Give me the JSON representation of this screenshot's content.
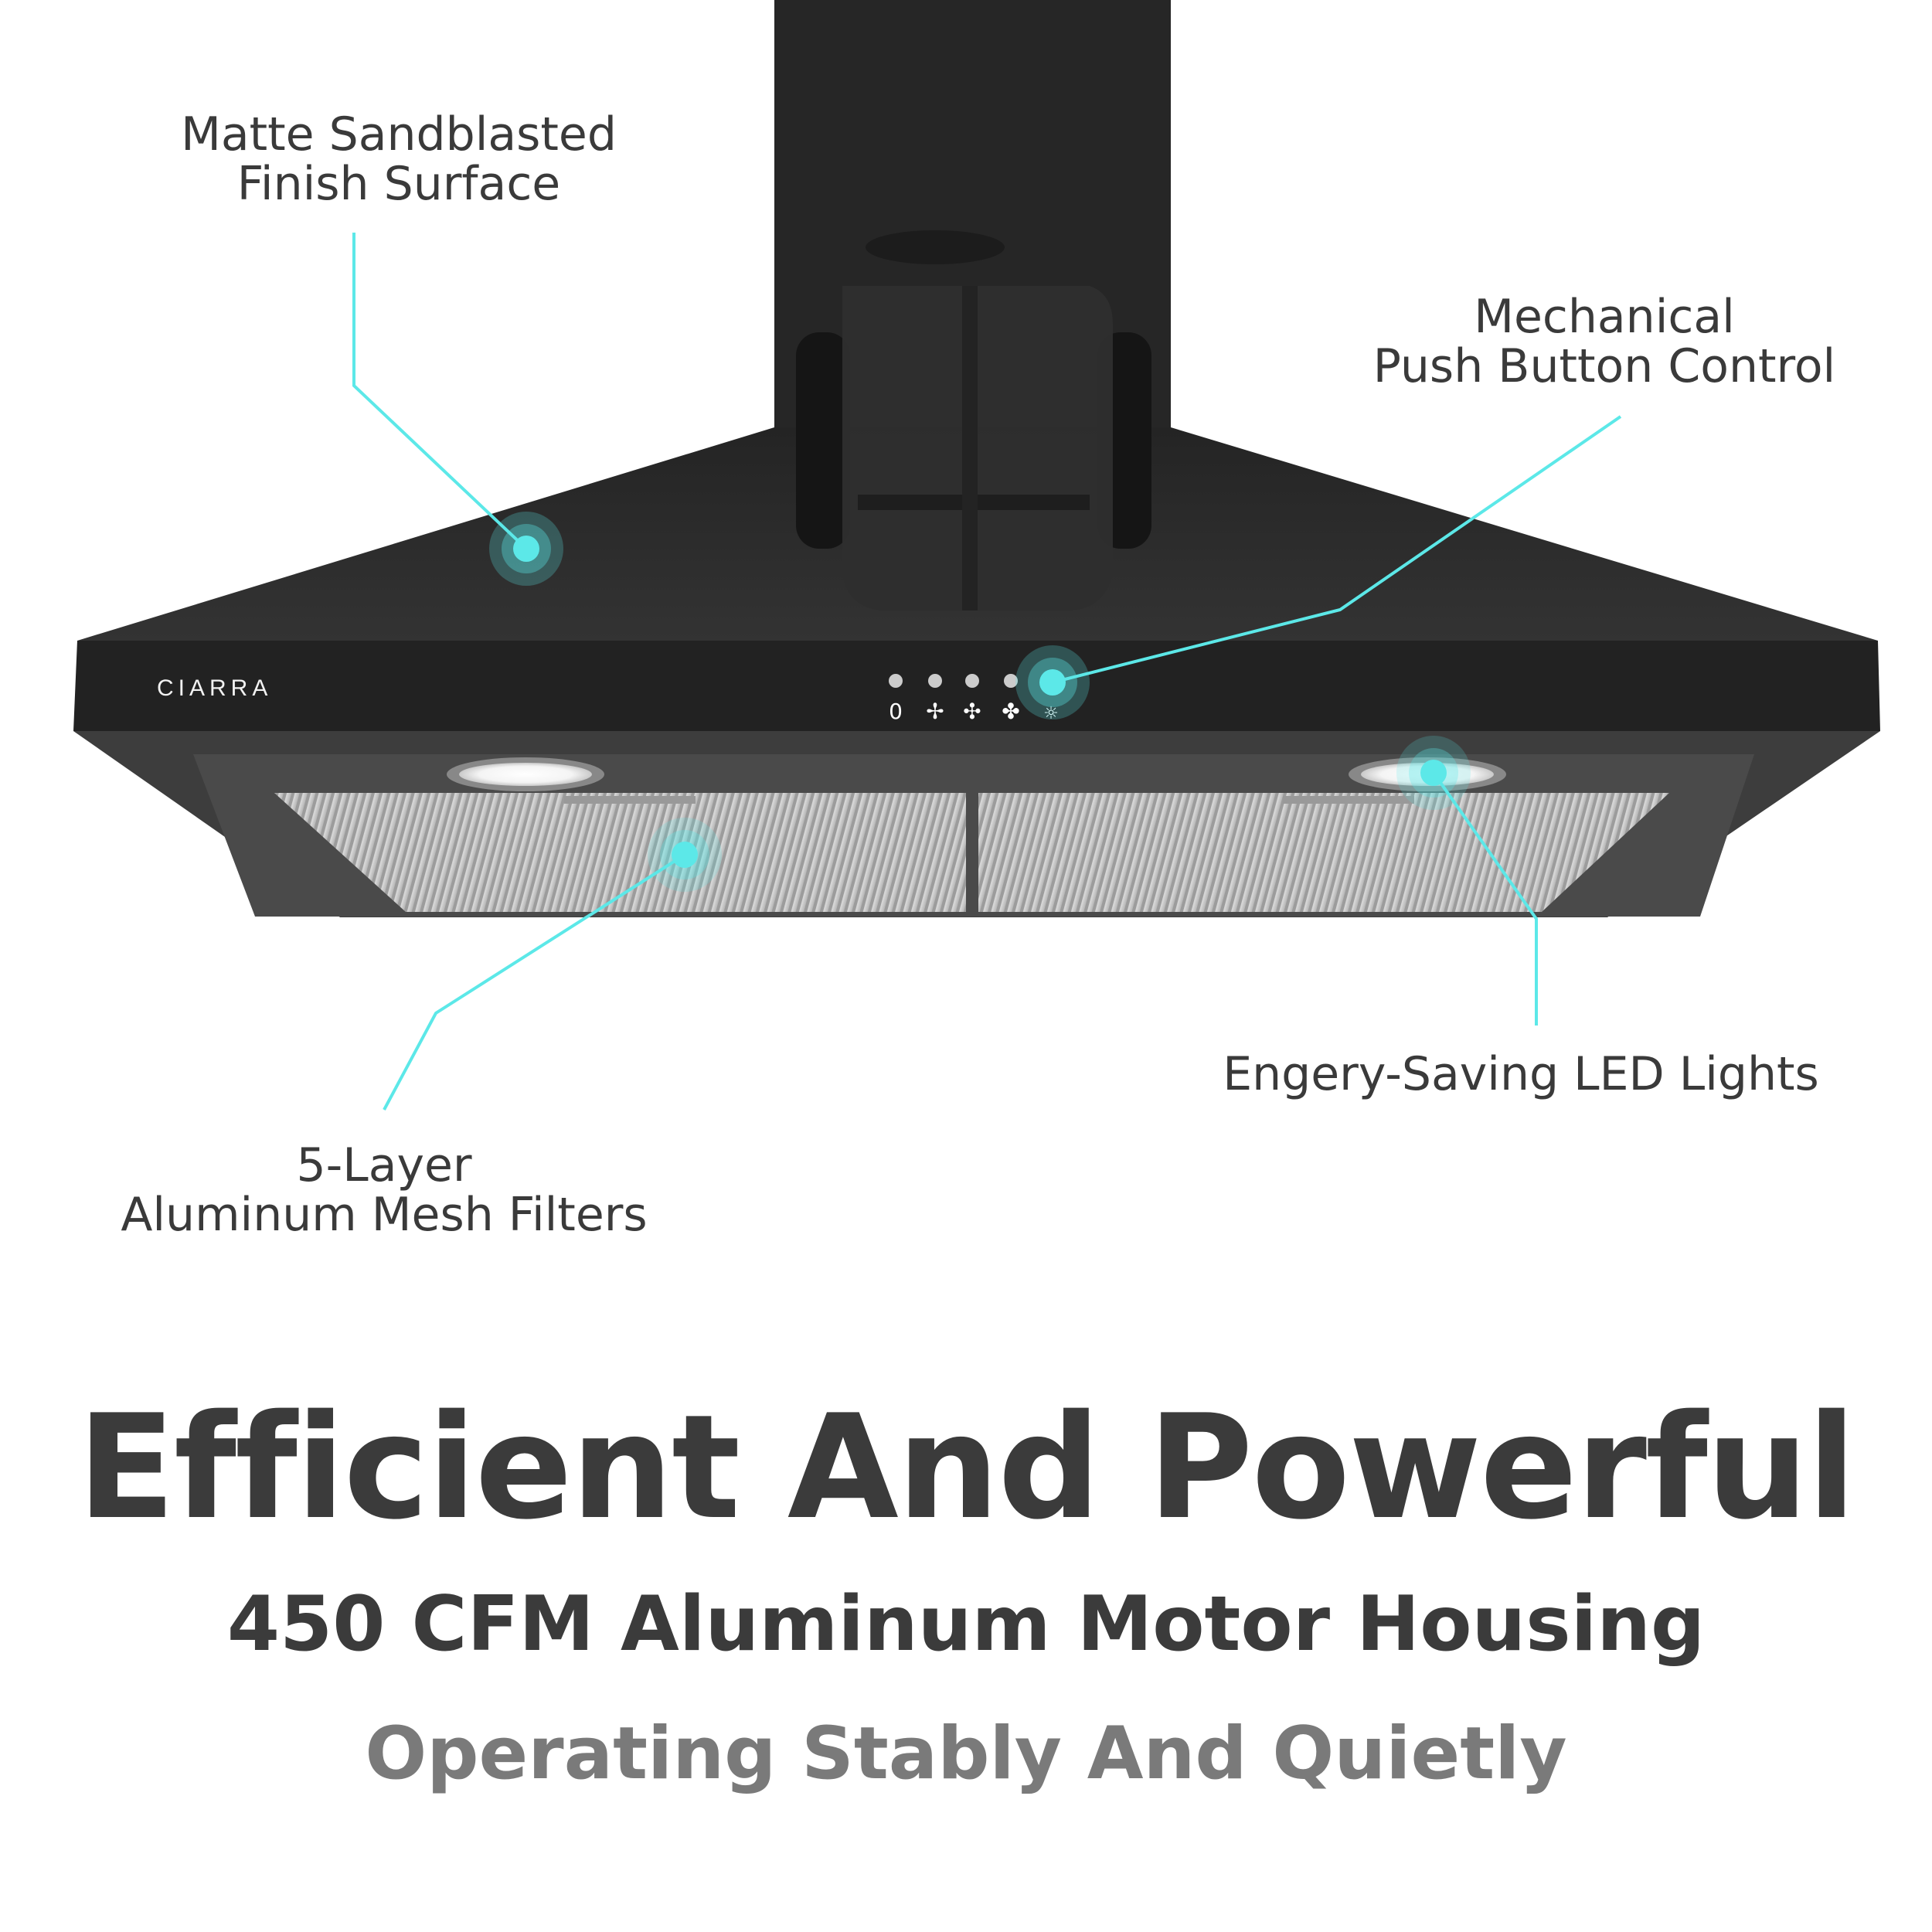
{
  "callouts": {
    "finish": {
      "line1": "Matte Sandblasted",
      "line2": "Finish Surface"
    },
    "control": {
      "line1": "Mechanical",
      "line2": "Push Button Control"
    },
    "led": {
      "line1": "Engery-Saving LED Lights"
    },
    "filters": {
      "line1": "5-Layer",
      "line2": "Aluminum Mesh Filters"
    }
  },
  "product": {
    "brand": "CIARRA",
    "buttons": [
      {
        "label": "0",
        "icon": "power-off-icon"
      },
      {
        "label": "",
        "icon": "fan-low-icon"
      },
      {
        "label": "",
        "icon": "fan-medium-icon"
      },
      {
        "label": "",
        "icon": "fan-high-icon"
      },
      {
        "label": "",
        "icon": "light-bulb-icon"
      }
    ]
  },
  "headline": {
    "title": "Efficient And Powerful",
    "subtitle": "450 CFM Aluminum Motor Housing",
    "tagline": "Operating Stably And Quietly"
  },
  "colors": {
    "accent": "#5ce8e8",
    "body": "#2a2a2a",
    "text": "#3b3b3b",
    "muted": "#7a7a7a"
  }
}
